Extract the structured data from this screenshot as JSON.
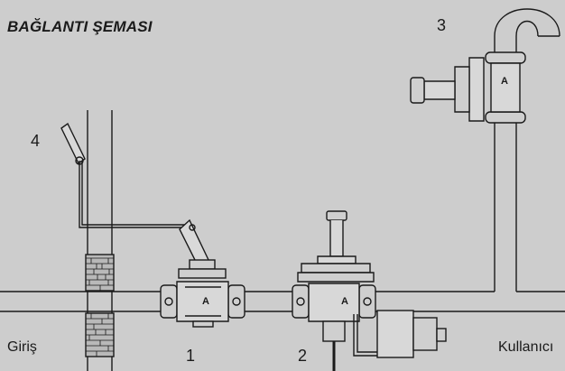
{
  "title": "BAĞLANTI ŞEMASI",
  "callouts": {
    "one": "1",
    "two": "2",
    "three": "3",
    "four": "4"
  },
  "ends": {
    "inlet": "Giriş",
    "outlet": "Kullanıcı"
  },
  "valve_marks": {
    "main": "A",
    "regulator": "A",
    "riser": "A"
  }
}
